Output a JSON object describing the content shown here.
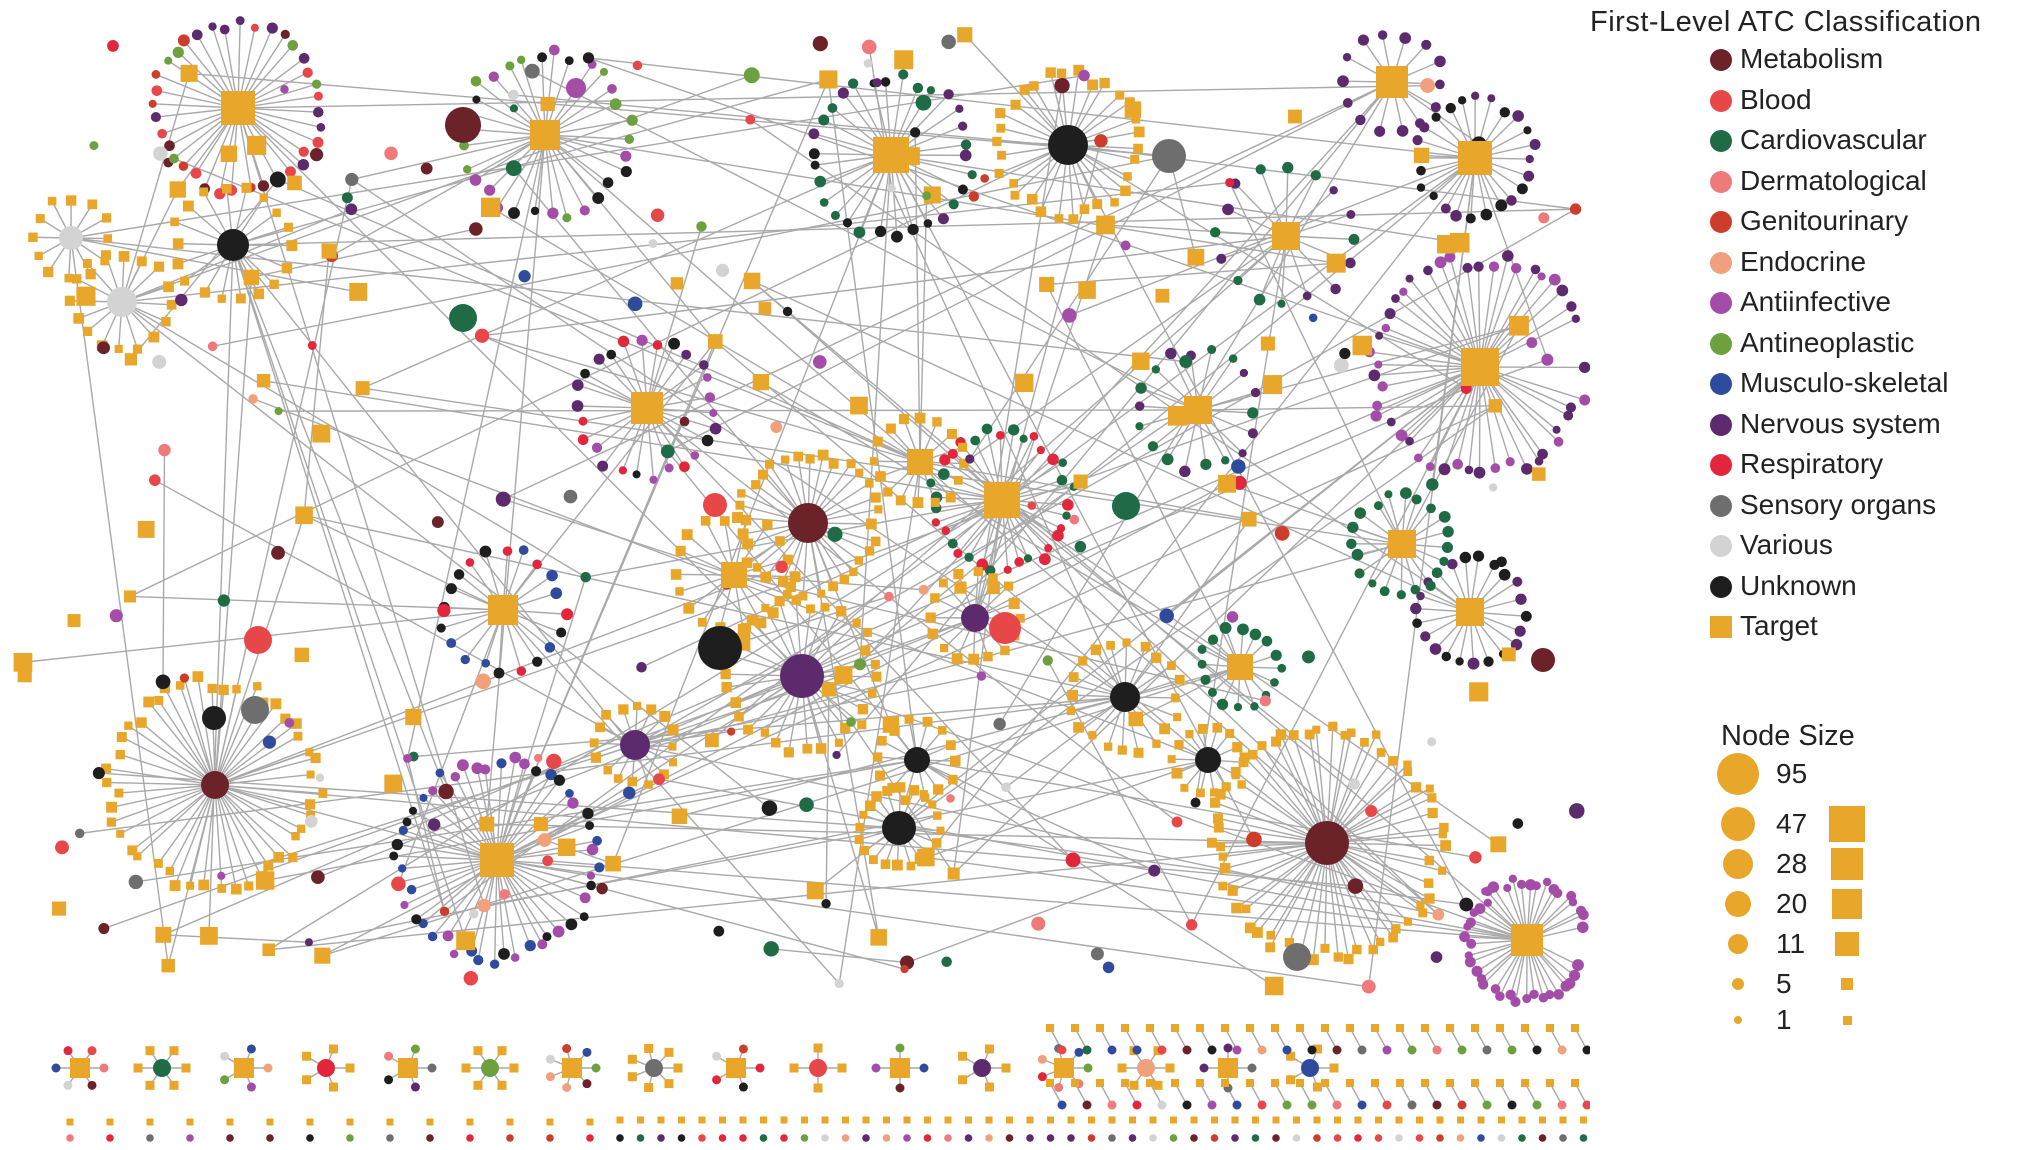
{
  "legend": {
    "title": "First-Level ATC Classification",
    "items": [
      {
        "label": "Metabolism",
        "color": "#6B2229",
        "shape": "circle"
      },
      {
        "label": "Blood",
        "color": "#E8474A",
        "shape": "circle"
      },
      {
        "label": "Cardiovascular",
        "color": "#1E6B45",
        "shape": "circle"
      },
      {
        "label": "Dermatological",
        "color": "#EE7A7C",
        "shape": "circle"
      },
      {
        "label": "Genitourinary",
        "color": "#CC3D2B",
        "shape": "circle"
      },
      {
        "label": "Endocrine",
        "color": "#F0A07A",
        "shape": "circle"
      },
      {
        "label": "Antiinfective",
        "color": "#A44DA8",
        "shape": "circle"
      },
      {
        "label": "Antineoplastic",
        "color": "#6DA03E",
        "shape": "circle"
      },
      {
        "label": "Musculo-skeletal",
        "color": "#2F4B9E",
        "shape": "circle"
      },
      {
        "label": "Nervous system",
        "color": "#5E2A6E",
        "shape": "circle"
      },
      {
        "label": "Respiratory",
        "color": "#E2263B",
        "shape": "circle"
      },
      {
        "label": "Sensory organs",
        "color": "#6E6E6E",
        "shape": "circle"
      },
      {
        "label": "Various",
        "color": "#D3D3D3",
        "shape": "circle"
      },
      {
        "label": "Unknown",
        "color": "#1E1E1E",
        "shape": "circle"
      },
      {
        "label": "Target",
        "color": "#E8A72A",
        "shape": "square"
      }
    ]
  },
  "node_size": {
    "title": "Node Size",
    "levels": [
      "95",
      "47",
      "28",
      "20",
      "11",
      "5",
      "1"
    ]
  },
  "colors": {
    "target": "#E8A72A",
    "edge": "#A9A9A9"
  }
}
